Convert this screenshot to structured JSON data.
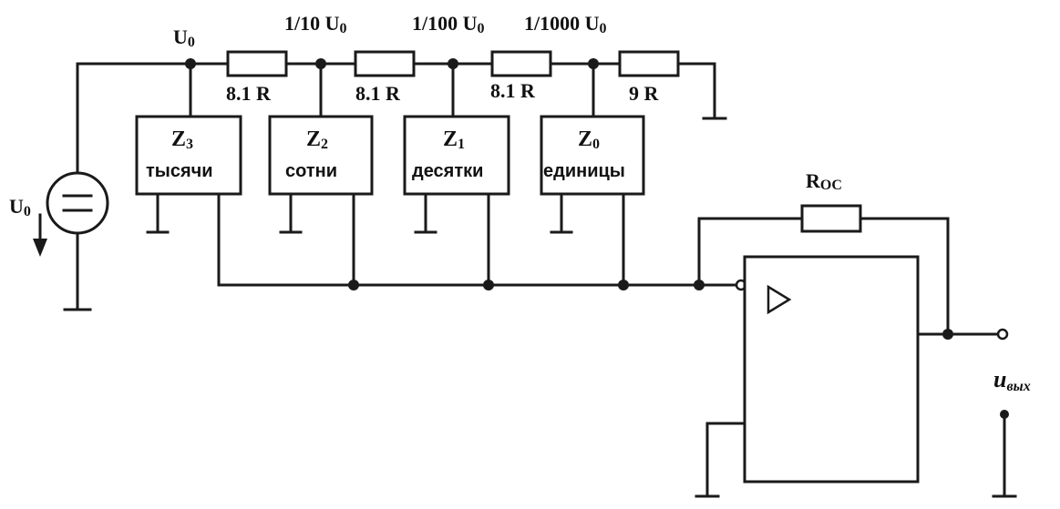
{
  "source": {
    "label": "U",
    "label_sub": "0"
  },
  "nodes": [
    {
      "label": "U",
      "label_sub": "0"
    },
    {
      "label": "1/10 U",
      "label_sub": "0"
    },
    {
      "label": "1/100 U",
      "label_sub": "0"
    },
    {
      "label": "1/1000 U",
      "label_sub": "0"
    }
  ],
  "resistors": [
    {
      "label": "8.1 R"
    },
    {
      "label": "8.1 R"
    },
    {
      "label": "8.1 R"
    },
    {
      "label": "9 R"
    }
  ],
  "switches": [
    {
      "name": "Z",
      "sub": "3",
      "caption": "тысячи"
    },
    {
      "name": "Z",
      "sub": "2",
      "caption": "сотни"
    },
    {
      "name": "Z",
      "sub": "1",
      "caption": "десятки"
    },
    {
      "name": "Z",
      "sub": "0",
      "caption": "единицы"
    }
  ],
  "feedback": {
    "label": "R",
    "label_sub": "OC"
  },
  "output": {
    "label": "u",
    "label_sub": "вых"
  },
  "colors": {
    "ink": "#1a1a1a",
    "background": "#ffffff"
  }
}
